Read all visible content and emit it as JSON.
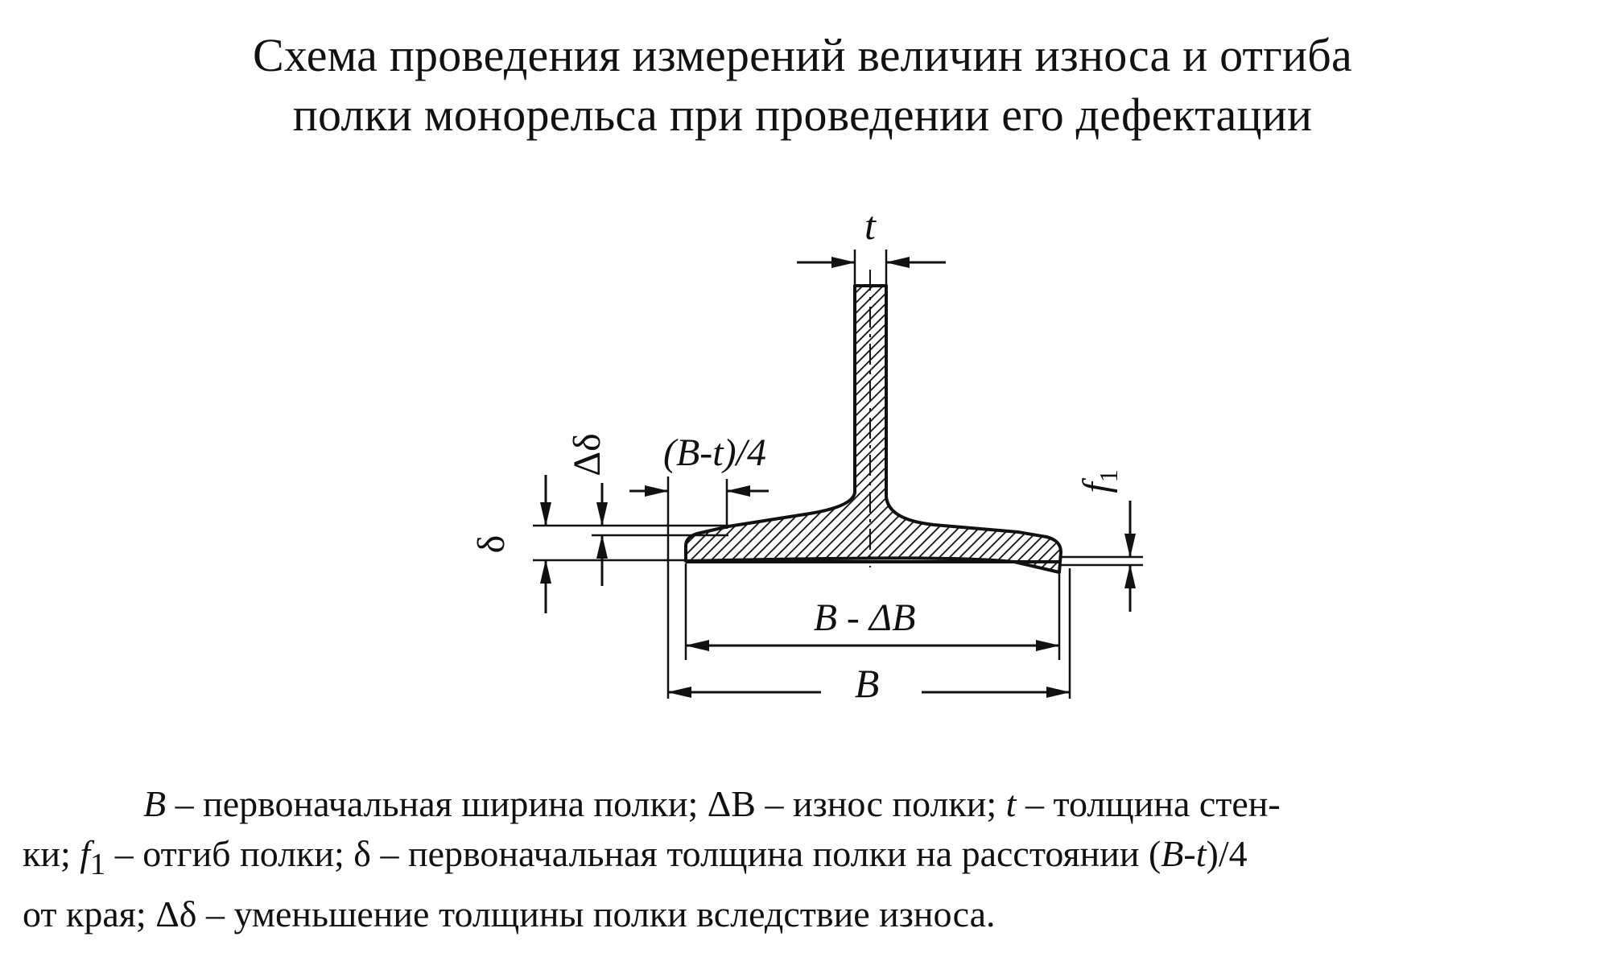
{
  "title": {
    "line1": "Схема проведения измерений величин износа и отгиба",
    "line2": "полки монорельса при проведении его дефектации"
  },
  "diagram": {
    "labels": {
      "web_thickness": "t",
      "flange_wear_thickness": "Δδ",
      "quarter_distance": "(B-t)/4",
      "flange_bend": "f",
      "flange_bend_subscript": "1",
      "flange_thickness": "δ",
      "worn_width": "B - ΔB",
      "original_width": "B"
    }
  },
  "caption": {
    "line1": [
      {
        "text": "B",
        "italic": true
      },
      {
        "text": " – первоначальная ширина полки; ΔB – износ полки; "
      },
      {
        "text": "t",
        "italic": true
      },
      {
        "text": " – толщина стен-"
      }
    ],
    "line2": [
      {
        "text": "ки; "
      },
      {
        "text": "f",
        "italic": true
      },
      {
        "text": "1",
        "sub": true
      },
      {
        "text": " – отгиб полки; δ – первоначальная толщина полки на расстоянии ("
      },
      {
        "text": "B",
        "italic": true
      },
      {
        "text": "-"
      },
      {
        "text": "t",
        "italic": true
      },
      {
        "text": ")/4"
      }
    ],
    "line3": [
      {
        "text": "от края; Δδ – уменьшение толщины полки вследствие износа."
      }
    ]
  }
}
